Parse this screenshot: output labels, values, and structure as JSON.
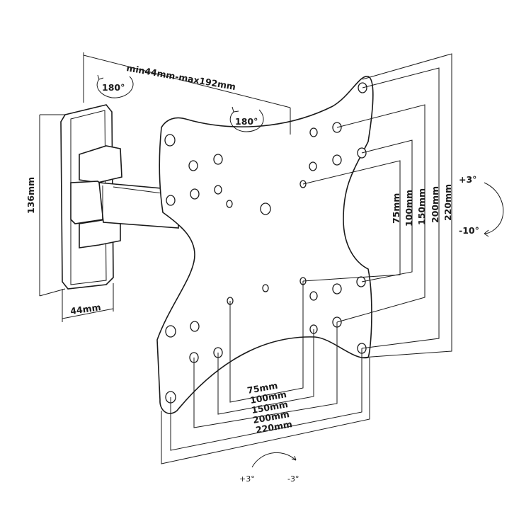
{
  "labels": {
    "arm_extension": "min44mm-max192mm",
    "rotation_wall": "180°",
    "rotation_arm": "180°",
    "wall_height": "136mm",
    "wall_width": "44mm",
    "tilt_up": "+3°",
    "tilt_down": "-10°",
    "swivel_left": "+3°",
    "swivel_right": "-3°"
  },
  "vesa_vertical": [
    "75mm",
    "100mm",
    "150mm",
    "200mm",
    "220mm"
  ],
  "vesa_horizontal": [
    "75mm",
    "100mm",
    "150mm",
    "200mm",
    "220mm"
  ],
  "colors": {
    "line": "#1a1a1a",
    "background": "#ffffff"
  }
}
